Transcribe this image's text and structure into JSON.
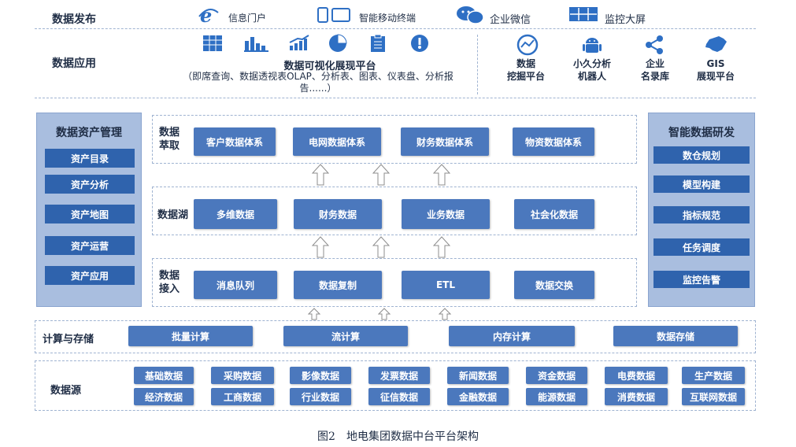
{
  "publish": {
    "label": "数据发布",
    "items": [
      "信息门户",
      "智能移动终端",
      "企业微信",
      "监控大屏"
    ]
  },
  "apps": {
    "label": "数据应用",
    "visual_title": "数据可视化展现平台",
    "visual_desc": "（即席查询、数据透视表OLAP、分析表、图表、仪表盘、分析报告......）",
    "right": [
      "数据挖掘平台",
      "小久分析机器人",
      "企业名录库",
      "GIS展现平台"
    ],
    "right_lines": [
      [
        "数据",
        "挖掘平台"
      ],
      [
        "小久分析",
        "机器人"
      ],
      [
        "企业",
        "名录库"
      ],
      [
        "GIS",
        "展现平台"
      ]
    ]
  },
  "left_panel": {
    "title": "数据资产管理",
    "items": [
      "资产目录",
      "资产分析",
      "资产地图",
      "资产运营",
      "资产应用"
    ]
  },
  "right_panel": {
    "title": "智能数据研发",
    "items": [
      "数仓规划",
      "模型构建",
      "指标规范",
      "任务调度",
      "监控告警"
    ]
  },
  "layers": {
    "extract": {
      "label_lines": [
        "数据",
        "萃取"
      ],
      "items": [
        "客户数据体系",
        "电网数据体系",
        "财务数据体系",
        "物资数据体系"
      ]
    },
    "lake": {
      "label": "数据湖",
      "items": [
        "多维数据",
        "财务数据",
        "业务数据",
        "社会化数据"
      ]
    },
    "ingest": {
      "label_lines": [
        "数据",
        "接入"
      ],
      "items": [
        "消息队列",
        "数据复制",
        "ETL",
        "数据交换"
      ]
    }
  },
  "compute": {
    "label": "计算与存储",
    "items": [
      "批量计算",
      "流计算",
      "内存计算",
      "数据存储"
    ]
  },
  "sources": {
    "label": "数据源",
    "row1": [
      "基础数据",
      "采购数据",
      "影像数据",
      "发票数据",
      "新闻数据",
      "资金数据",
      "电费数据",
      "生产数据"
    ],
    "row2": [
      "经济数据",
      "工商数据",
      "行业数据",
      "征信数据",
      "金融数据",
      "能源数据",
      "消费数据",
      "互联网数据"
    ]
  },
  "caption": "图2　地电集团数据中台平台架构",
  "colors": {
    "box": "#4b78bd",
    "panel": "#a9bedf",
    "panel_item": "#2f63ad",
    "dash": "#9fb3d1"
  }
}
